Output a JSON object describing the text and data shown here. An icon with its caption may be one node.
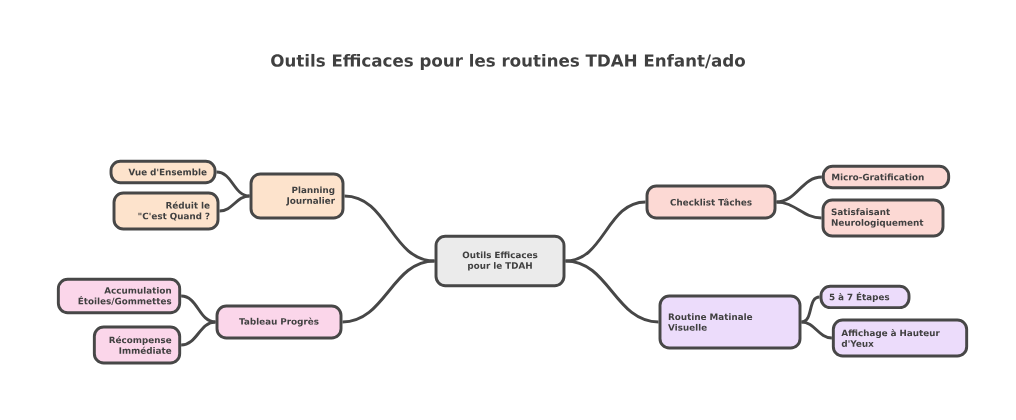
{
  "diagram": {
    "title": "Outils Efficaces pour les routines TDAH Enfant/ado",
    "nodes": [
      {
        "text": [
          "Outils Efficaces pour le TDAH"
        ]
      },
      {
        "text": [
          "Planning Journalier"
        ]
      },
      {
        "text": [
          "Vue d'Ensemble"
        ]
      },
      {
        "text": [
          "Réduit le \"C'est Quand ?"
        ]
      },
      {
        "text": [
          "Tableau Progrès"
        ]
      },
      {
        "text": [
          "Accumulation Étoiles/Gommettes"
        ]
      },
      {
        "text": [
          "Récompense Immédiate"
        ]
      },
      {
        "text": [
          "Checklist Tâches"
        ]
      },
      {
        "text": [
          "Micro-Gratification"
        ]
      },
      {
        "text": [
          "Satisfaisant Neurologiquement"
        ]
      },
      {
        "text": [
          "Routine Matinale Visuelle"
        ]
      },
      {
        "text": [
          "5 à 7 Étapes"
        ]
      },
      {
        "text": [
          "Affichage à Hauteur d'Yeux"
        ]
      }
    ],
    "edges": [
      {
        "from": 0,
        "to": 1,
        "arrow": "none"
      },
      {
        "from": 1,
        "to": 2,
        "arrow": "none"
      },
      {
        "from": 1,
        "to": 3,
        "arrow": "none"
      },
      {
        "from": 0,
        "to": 4,
        "arrow": "none"
      },
      {
        "from": 4,
        "to": 5,
        "arrow": "none"
      },
      {
        "from": 4,
        "to": 6,
        "arrow": "none"
      },
      {
        "from": 0,
        "to": 7,
        "arrow": "none"
      },
      {
        "from": 7,
        "to": 8,
        "arrow": "none"
      },
      {
        "from": 7,
        "to": 9,
        "arrow": "none"
      },
      {
        "from": 0,
        "to": 10,
        "arrow": "none"
      },
      {
        "from": 10,
        "to": 11,
        "arrow": "none"
      },
      {
        "from": 10,
        "to": 12,
        "arrow": "none"
      }
    ]
  }
}
